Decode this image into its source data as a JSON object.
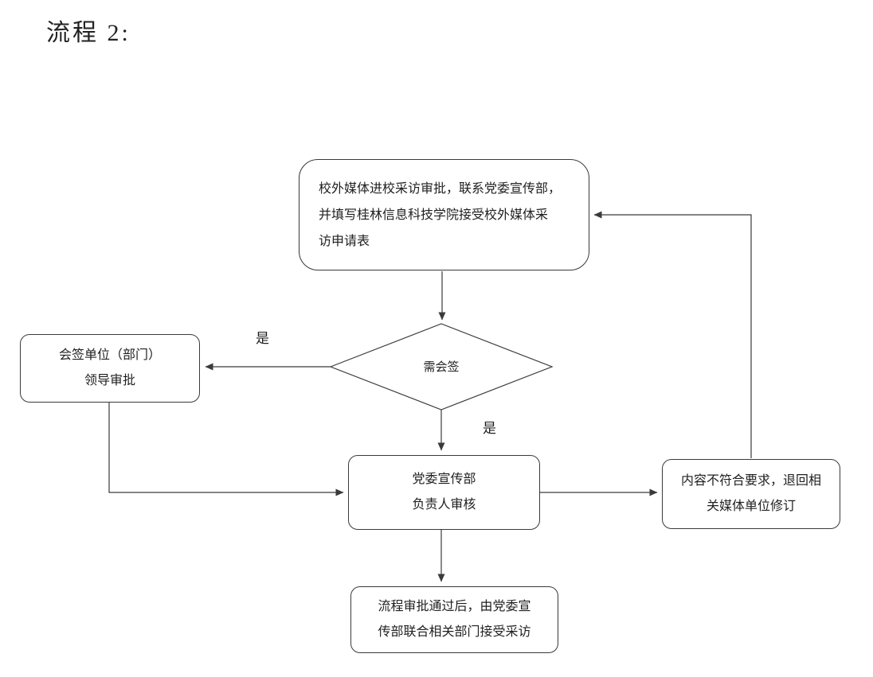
{
  "page": {
    "title": "流程 2:"
  },
  "flowchart": {
    "nodes": {
      "start": {
        "line1": "校外媒体进校采访审批，联系党委宣传部，",
        "line2": "并填写桂林信息科技学院接受校外媒体采",
        "line3": "访申请表"
      },
      "decision": {
        "label": "需会签"
      },
      "countersign": {
        "line1": "会签单位（部门）",
        "line2": "领导审批"
      },
      "review": {
        "line1": "党委宣传部",
        "line2": "负责人审核"
      },
      "reject": {
        "line1": "内容不符合要求，退回相",
        "line2": "关媒体单位修订"
      },
      "final": {
        "line1": "流程审批通过后，由党委宣",
        "line2": "传部联合相关部门接受采访"
      }
    },
    "labels": {
      "branch_countersign": "是",
      "branch_direct": "是"
    },
    "colors": {
      "line_stroke": "#3a3a3a",
      "text": "#1f1f1f",
      "background": "#ffffff"
    }
  }
}
